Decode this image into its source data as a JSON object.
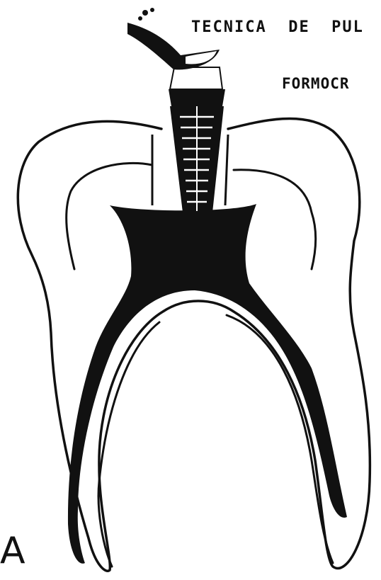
{
  "figure": {
    "title": "TECNICA  DE  PUL",
    "subtitle": "FORMOCR",
    "label": "A"
  },
  "colors": {
    "ink": "#111111",
    "paper": "#ffffff"
  },
  "icons": {
    "instrument": "endodontic-file-icon",
    "tooth": "molar-tooth-icon"
  }
}
